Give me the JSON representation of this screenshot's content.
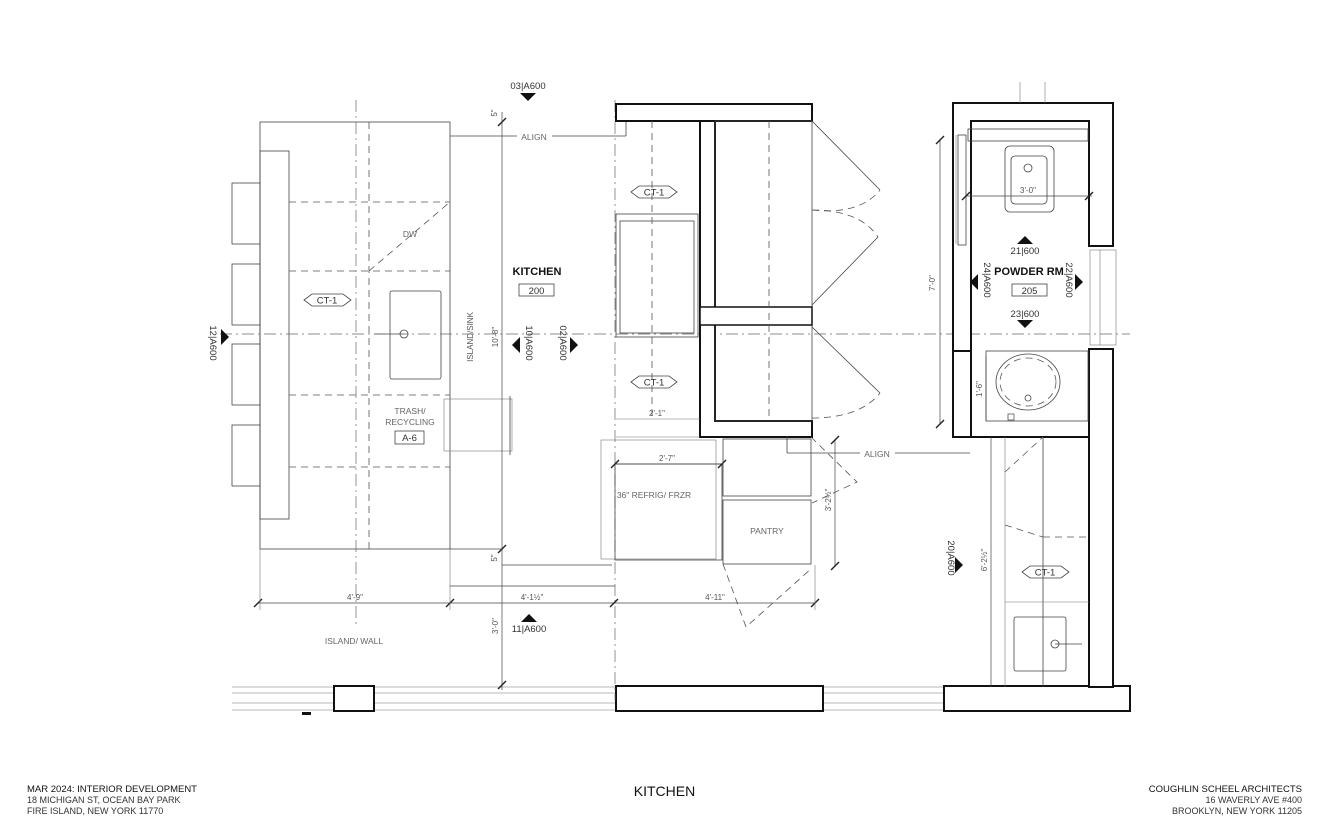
{
  "rooms": {
    "kitchen": {
      "name": "KITCHEN",
      "number": "200"
    },
    "powder": {
      "name": "POWDER RM",
      "number": "205"
    }
  },
  "section_tags": {
    "top": "03|A600",
    "left": "12|A600",
    "kitchen_left": "10|A600",
    "kitchen_right": "02|A600",
    "bottom": "11|A600",
    "powder_top": "21|600",
    "powder_left": "24|A600",
    "powder_right": "22|A600",
    "powder_bottom": "23|600",
    "east": "20|A600"
  },
  "material_tags": {
    "ct1": "CT-1",
    "a6": "A-6"
  },
  "labels": {
    "align": "ALIGN",
    "dw": "DW",
    "trash": "TRASH/",
    "recycling": "RECYCLING",
    "island_sink": "ISLAND/SINK",
    "refrig": "36\" REFRIG/ FRZR",
    "pantry": "PANTRY",
    "island_wall": "ISLAND/ WALL"
  },
  "dimensions": {
    "top_5": "5\"",
    "bottom_5": "5\"",
    "island_len": "10'-8\"",
    "w_4_9": "4'-9\"",
    "w_4_1_half": "4'-1½\"",
    "w_4_11": "4'-11\"",
    "d_3_0": "3'-0\"",
    "d_2_1": "2'-1\"",
    "d_2_7": "2'-7\"",
    "d_3_2_half": "3'-2½\"",
    "pr_3_0": "3'-0\"",
    "pr_7_0": "7'-0\"",
    "pr_1_6": "1'-6\"",
    "e_6_2_half": "6'-2½\""
  },
  "title_block": {
    "left_line1": "MAR 2024: INTERIOR DEVELOPMENT",
    "left_line2": "18 MICHIGAN ST, OCEAN BAY PARK",
    "left_line3": "FIRE ISLAND, NEW YORK 11770",
    "sheet_title": "KITCHEN",
    "right_line1": "COUGHLIN SCHEEL ARCHITECTS",
    "right_line2": "16 WAVERLY AVE #400",
    "right_line3": "BROOKLYN, NEW YORK 11205"
  }
}
